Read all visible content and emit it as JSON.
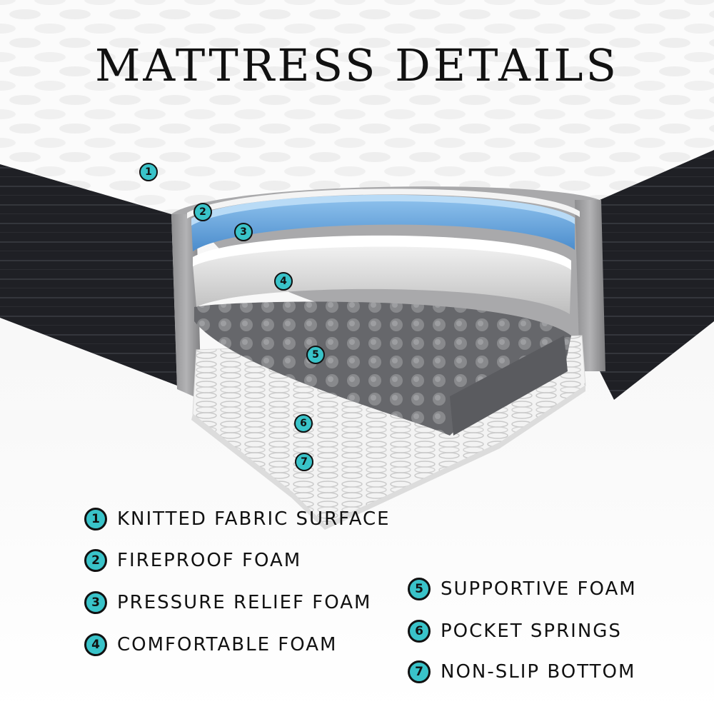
{
  "title": "MATTRESS DETAILS",
  "colors": {
    "accent": "#39c3c9",
    "side_panel": "#1e1f24",
    "memory_foam": "#5b9bd6",
    "support_foam": "#6f7073"
  },
  "icons": [
    "numbered-badge"
  ],
  "callouts": [
    {
      "num": "1"
    },
    {
      "num": "2"
    },
    {
      "num": "3"
    },
    {
      "num": "4"
    },
    {
      "num": "5"
    },
    {
      "num": "6"
    },
    {
      "num": "7"
    }
  ],
  "legend": {
    "left": [
      {
        "num": "1",
        "label": "KNITTED FABRIC SURFACE"
      },
      {
        "num": "2",
        "label": "FIREPROOF FOAM"
      },
      {
        "num": "3",
        "label": "PRESSURE RELIEF FOAM"
      },
      {
        "num": "4",
        "label": "COMFORTABLE FOAM"
      }
    ],
    "right": [
      {
        "num": "5",
        "label": "SUPPORTIVE FOAM"
      },
      {
        "num": "6",
        "label": "POCKET SPRINGS"
      },
      {
        "num": "7",
        "label": "NON-SLIP BOTTOM"
      }
    ]
  }
}
